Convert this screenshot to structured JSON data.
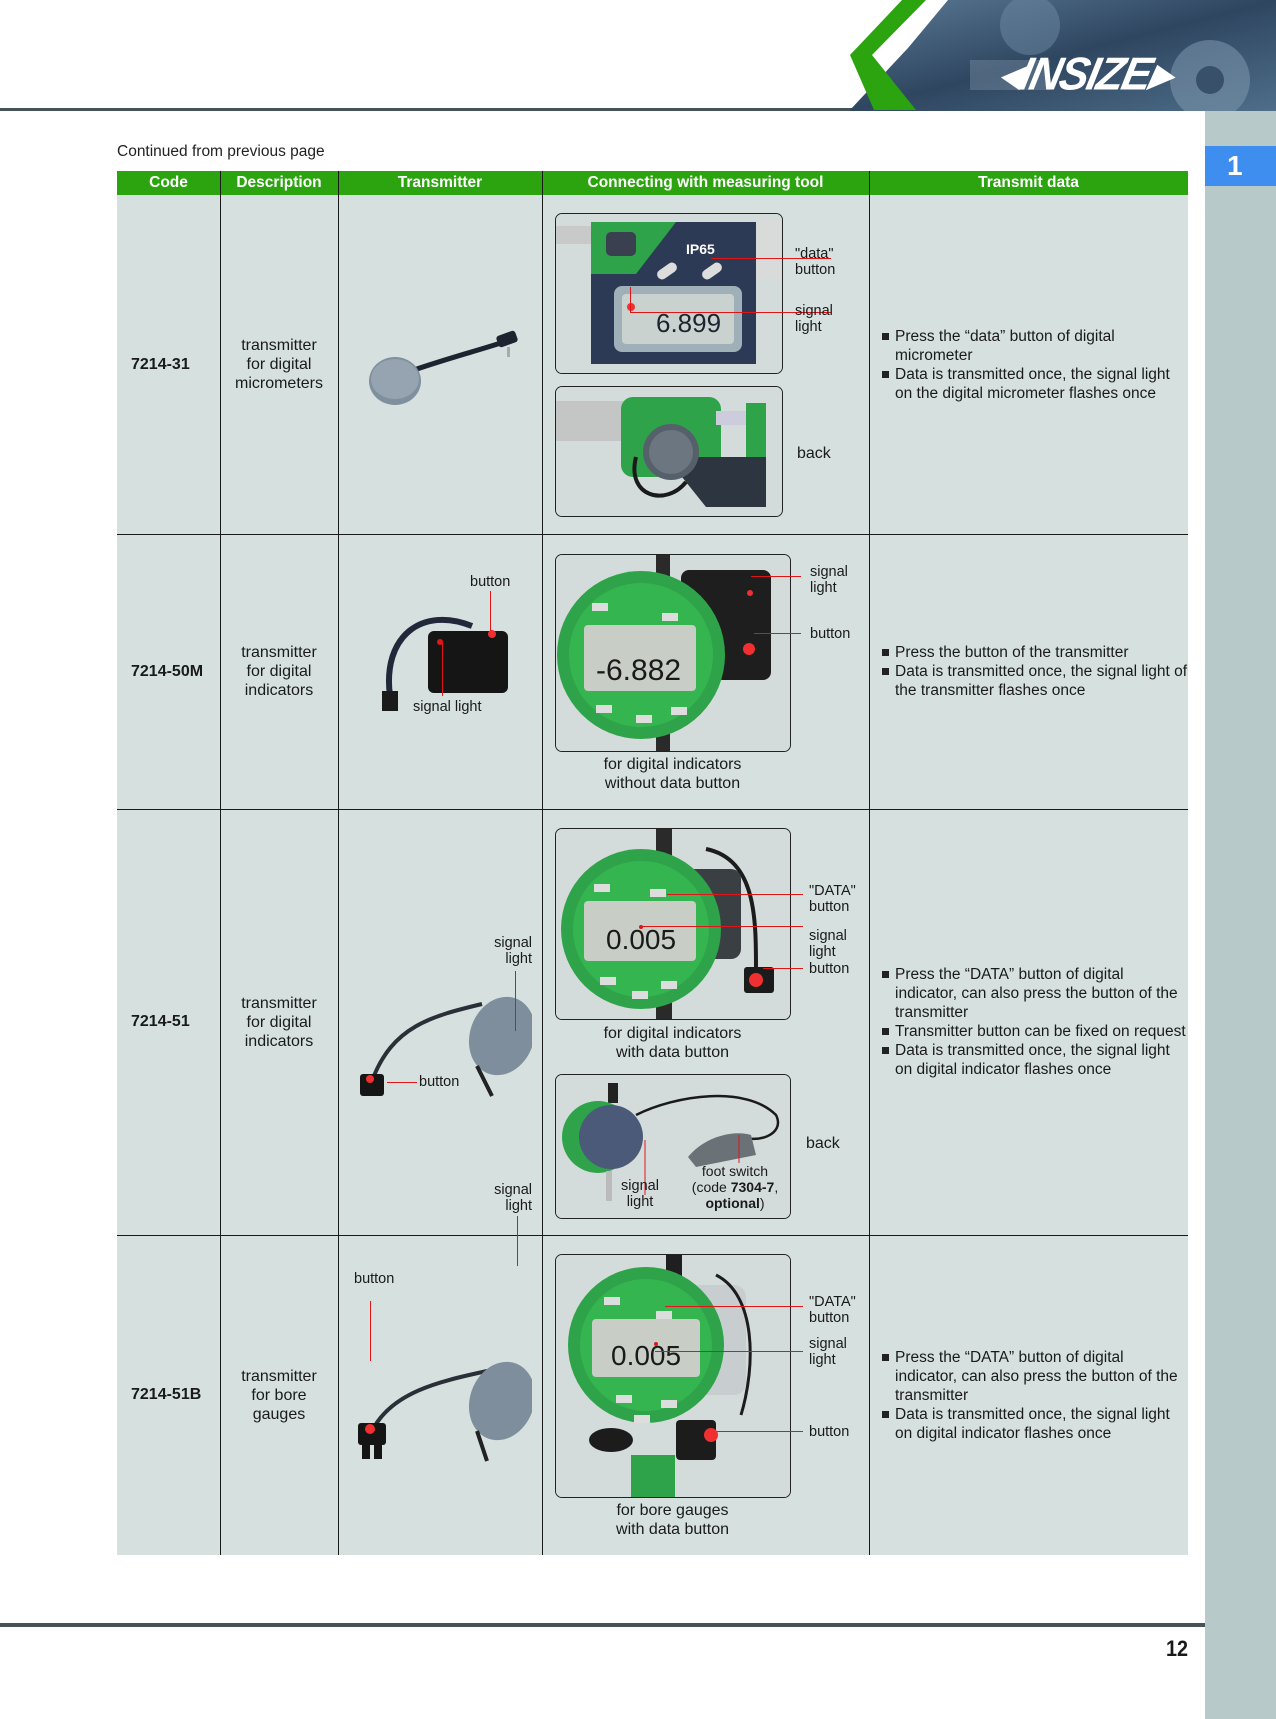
{
  "brand": {
    "logo_text": "INSIZE",
    "accent_green": "#2ca40f",
    "accent_blue": "#3e8ef0",
    "table_bg": "#d5e0df"
  },
  "chapter_tab": "1",
  "continued_note": "Continued from previous page",
  "table": {
    "headers": [
      "Code",
      "Description",
      "Transmitter",
      "Connecting with measuring tool",
      "Transmit data"
    ],
    "rows": [
      {
        "code": "7214-31",
        "description": [
          "transmitter",
          "for digital",
          "micrometers"
        ],
        "transmitter_labels": [],
        "connecting": {
          "photo1_labels": [
            [
              "\"data\"",
              "button"
            ],
            [
              "signal",
              "light"
            ]
          ],
          "photo1_display": "6.899",
          "photo1_badge": "IP65",
          "photo2_label": "back",
          "caption": []
        },
        "transmit_data": [
          "Press the “data” button of digital micrometer",
          "Data is transmitted once, the signal light on the digital micrometer flashes once"
        ]
      },
      {
        "code": "7214-50M",
        "description": [
          "transmitter",
          "for digital",
          "indicators"
        ],
        "transmitter_labels": [
          "button",
          "signal light"
        ],
        "connecting": {
          "photo1_labels": [
            [
              "signal",
              "light"
            ],
            [
              "button"
            ]
          ],
          "photo1_display": "-6.882",
          "caption": [
            "for digital indicators",
            "without data button"
          ]
        },
        "transmit_data": [
          "Press the button of the transmitter",
          "Data is transmitted once, the signal light of the transmitter flashes once"
        ]
      },
      {
        "code": "7214-51",
        "description": [
          "transmitter",
          "for digital",
          "indicators"
        ],
        "transmitter_labels": [
          [
            "signal",
            "light"
          ],
          [
            "button"
          ]
        ],
        "connecting": {
          "photo1_labels": [
            [
              "\"DATA\"",
              "button"
            ],
            [
              "signal",
              "light"
            ],
            [
              "button"
            ]
          ],
          "photo1_display": "0.005",
          "caption": [
            "for digital indicators",
            "with data button"
          ],
          "photo2_label": "back",
          "photo2_sub_labels": {
            "signal_light": [
              "signal",
              "light"
            ],
            "foot_switch": [
              "foot switch",
              "(code ",
              "7304-7",
              ",",
              "optional",
              ")"
            ]
          }
        },
        "transmit_data": [
          "Press the “DATA” button of digital indicator, can also press the button of the transmitter",
          "Transmitter button can be fixed on request",
          "Data is transmitted once, the signal light on digital indicator flashes once"
        ]
      },
      {
        "code": "7214-51B",
        "description": [
          "transmitter",
          "for bore",
          "gauges"
        ],
        "transmitter_labels": [
          [
            "signal",
            "light"
          ],
          [
            "button"
          ]
        ],
        "connecting": {
          "photo1_labels": [
            [
              "\"DATA\"",
              "button"
            ],
            [
              "signal",
              "light"
            ],
            [
              "button"
            ]
          ],
          "photo1_display": "0.005",
          "caption": [
            "for bore gauges",
            "with data button"
          ]
        },
        "transmit_data": [
          "Press the “DATA” button of digital indicator, can also press the button of the transmitter",
          "Data is transmitted once, the signal light on digital indicator flashes once"
        ]
      }
    ]
  },
  "page_number": "12"
}
